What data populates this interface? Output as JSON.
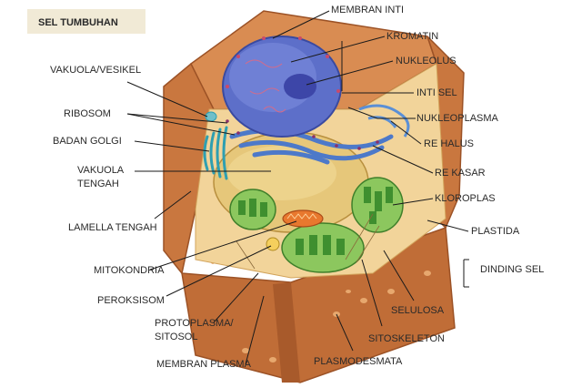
{
  "title": "SEL TUMBUHAN",
  "colors": {
    "title_bg": "#f1ead6",
    "wall": "#c9773f",
    "wall_dark": "#a85a2b",
    "wall_light": "#e3a06b",
    "cytoplasm": "#f3d49a",
    "nucleus": "#5d6fc9",
    "nucleolus": "#3d46a8",
    "er": "#4d79c9",
    "golgi": "#2f9fb1",
    "vacuole": "#e6c77a",
    "chloroplast": "#6fb04a",
    "mitochondria": "#e8782e",
    "leader": "#1a1a1a"
  },
  "labels": {
    "membran_inti": "MEMBRAN INTI",
    "kromatin": "KROMATIN",
    "nukleolus": "NUKLEOLUS",
    "inti_sel": "INTI SEL",
    "nukleoplasma": "NUKLEOPLASMA",
    "re_halus": "RE HALUS",
    "re_kasar": "RE KASAR",
    "kloroplas": "KLOROPLAS",
    "plastida": "PLASTIDA",
    "dinding_sel": "DINDING SEL",
    "selulosa": "SELULOSA",
    "sitoskeleton": "SITOSKELETON",
    "plasmodesmata": "PLASMODESMATA",
    "membran_plasma": "MEMBRAN PLASMA",
    "protoplasma_1": "PROTOPLASMA/",
    "protoplasma_2": "SITOSOL",
    "peroksisom": "PEROKSISOM",
    "mitokondria": "MITOKONDRIA",
    "lamella_tengah": "LAMELLA TENGAH",
    "vakuola_tengah_1": "VAKUOLA",
    "vakuola_tengah_2": "TENGAH",
    "badan_golgi": "BADAN GOLGI",
    "ribosom": "RIBOSOM",
    "vakuola_vesikel": "VAKUOLA/VESIKEL"
  }
}
